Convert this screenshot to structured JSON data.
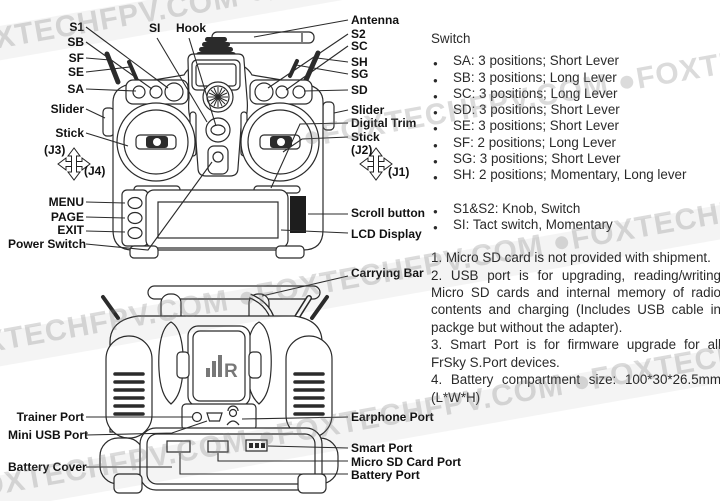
{
  "watermark": {
    "text": "●FOXTECHFPV.COM  ●FOXTECHFPV.COM  ●FOXTECHFPV.COM"
  },
  "front": {
    "labels": {
      "s1": "S1",
      "sb": "SB",
      "sf": "SF",
      "se": "SE",
      "sa": "SA",
      "slider_left": "Slider",
      "stick_left": "Stick",
      "j3": "(J3)",
      "j4": "(J4)",
      "menu": "MENU",
      "page": "PAGE",
      "exit": "EXIT",
      "power_switch": "Power Switch",
      "si": "SI",
      "hook": "Hook",
      "antenna": "Antenna",
      "s2": "S2",
      "sc": "SC",
      "sh": "SH",
      "sg": "SG",
      "sd": "SD",
      "slider_right": "Slider",
      "digital_trim": "Digital Trim",
      "stick_right": "Stick",
      "j2": "(J2)",
      "j1": "(J1)",
      "scroll_button": "Scroll button",
      "lcd_display": "LCD Display",
      "carrying_bar": "Carrying Bar"
    }
  },
  "back": {
    "logo_letter": "R",
    "labels": {
      "trainer_port": "Trainer Port",
      "mini_usb_port": "Mini USB Port",
      "battery_cover": "Battery Cover",
      "earphone_port": "Earphone Port",
      "smart_port": "Smart Port",
      "micro_sd_card_port": "Micro SD Card Port",
      "battery_port": "Battery Port"
    }
  },
  "switch_section": {
    "heading": "Switch",
    "items": [
      "SA: 3 positions; Short Lever",
      "SB: 3 positions; Long Lever",
      "SC: 3 positions; Long Lever",
      "SD: 3 positions; Short Lever",
      "SE: 3 positions; Short Lever",
      "SF: 2 positions; Long Lever",
      "SG: 3 positions; Short Lever",
      "SH: 2 positions; Momentary, Long lever"
    ],
    "extra_items": [
      "S1&S2: Knob, Switch",
      "SI: Tact switch, Momentary"
    ]
  },
  "notes": [
    "1. Micro SD card is not provided with shipment.",
    "2. USB port is for upgrading, reading/writing Micro SD cards and internal memory of radio contents and charging (Includes USB cable in packge but without the adapter).",
    "3. Smart Port is for firmware upgrade for all FrSky S.Port devices.",
    "4. Battery compartment size: 100*30*26.5mm (L*W*H)"
  ]
}
